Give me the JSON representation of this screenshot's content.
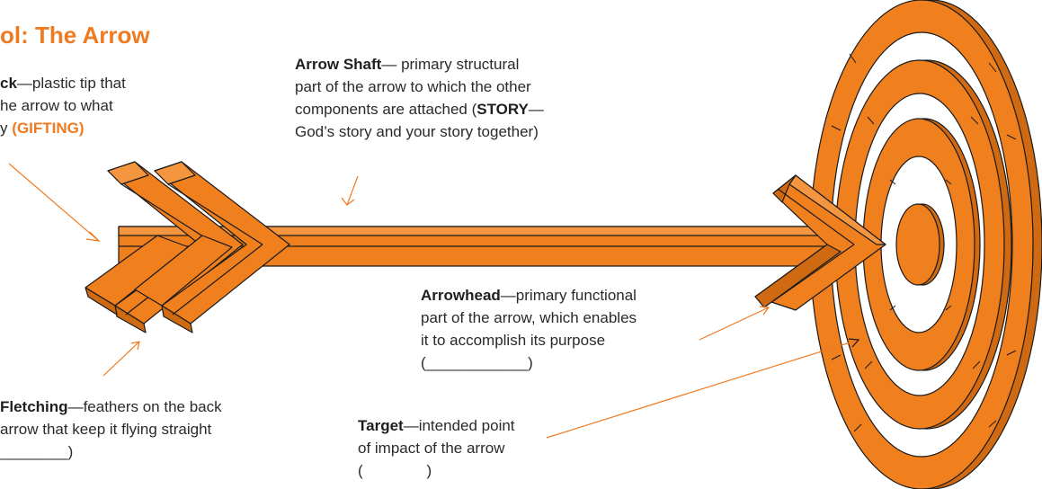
{
  "title": "ol: The Arrow",
  "nock": {
    "line1_term": "ck",
    "line1_rest": "—plastic tip that",
    "line2": "he arrow to what",
    "line3_pre": "y ",
    "line3_accent": "(GIFTING)"
  },
  "shaft": {
    "term": "Arrow Shaft",
    "line1_rest": "— primary structural",
    "line2": "part of the arrow to which the other",
    "line3_pre": "components are attached (",
    "line3_term": "STORY",
    "line3_rest": "—",
    "line4": "God’s story and your story together)"
  },
  "arrowhead": {
    "term": "Arrowhead",
    "line1_rest": "—primary functional",
    "line2": "part of the arrow, which enables",
    "line3": "it to accomplish its purpose",
    "line4": "(____________)"
  },
  "fletching": {
    "term": "Fletching",
    "line1_rest": "—feathers on the back",
    "line2": "arrow that keep it flying straight",
    "line3": "________)"
  },
  "target": {
    "term": "Target",
    "line1_rest": "—intended point",
    "line2": "of impact of the arrow",
    "line3": "(               )"
  },
  "colors": {
    "orange": "#f07f1e",
    "orange_light": "#f4963f",
    "orange_dark": "#cf6a12",
    "outline": "#1a1a1a",
    "accent_text": "#ee7b22"
  }
}
